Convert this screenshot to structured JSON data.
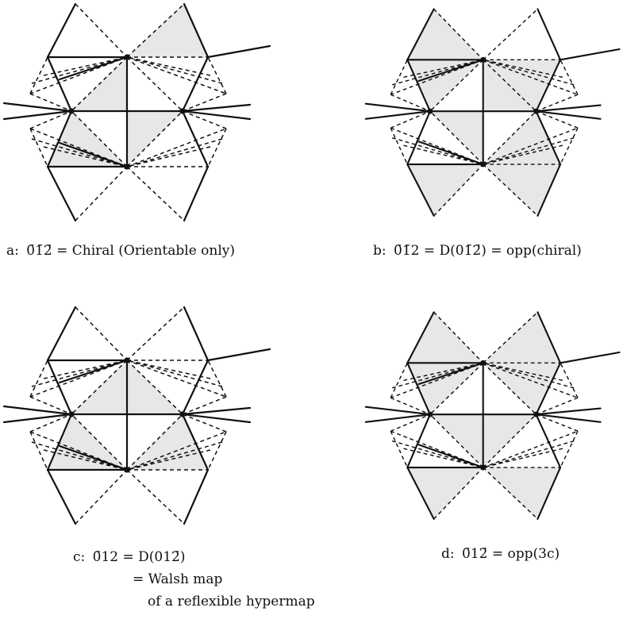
{
  "panels": [
    {
      "id": "a",
      "letter": "a:",
      "formula": "0̄1̄2̄ = Chiral  (Orientable only)",
      "lines": [],
      "shaded": [
        0,
        3,
        6,
        9
      ]
    },
    {
      "id": "b",
      "letter": "b:",
      "formula": "0̄1̄2 = D(01̄2̄) = opp(chiral)",
      "lines": [],
      "shaded": [
        1,
        2,
        4,
        5,
        7,
        8,
        10,
        11
      ]
    },
    {
      "id": "c",
      "letter": "c:",
      "formula": "0̄12 = D(012̄)",
      "lines": [
        "= Walsh map",
        "of a reflexible hypermap"
      ],
      "shaded": [
        0,
        1,
        6,
        7
      ]
    },
    {
      "id": "d",
      "letter": "d:",
      "formula": "0̄12̄ = opp(3c)",
      "lines": [],
      "shaded": [
        2,
        3,
        4,
        5,
        8,
        9,
        10,
        11
      ]
    }
  ]
}
